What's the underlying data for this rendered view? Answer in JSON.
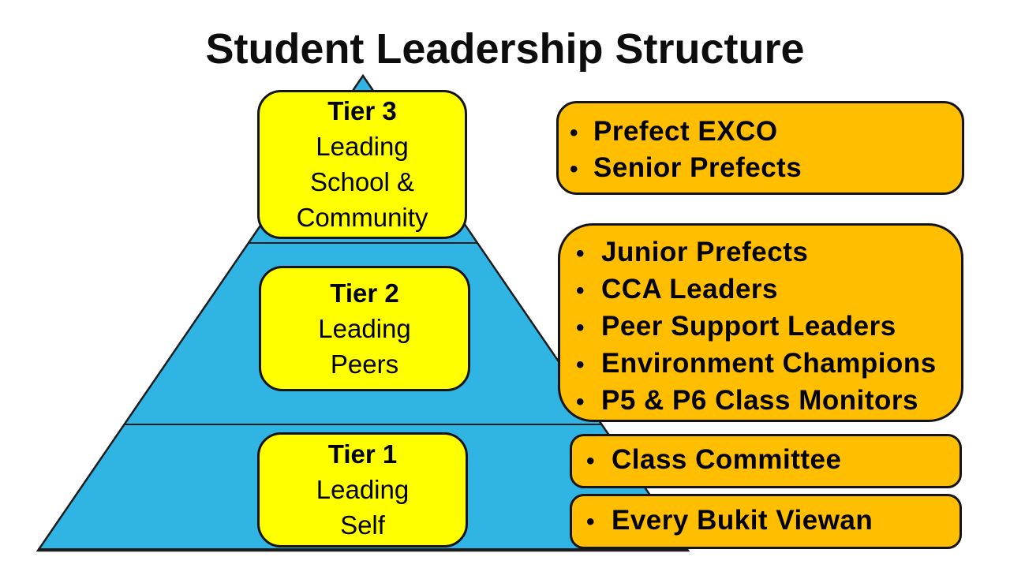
{
  "title": "Student Leadership Structure",
  "bullet_char": "•",
  "colors": {
    "pyramid_blue": "#30B4E4",
    "tier_box_yellow": "#FFFF00",
    "callout_orange": "#FFBE00",
    "outline": "#1C1C1C",
    "text": "#000000",
    "background": "#FFFFFF"
  },
  "pyramid": {
    "tiers": [
      {
        "title": "Tier 3",
        "lines": [
          "Leading",
          "School &",
          "Community"
        ]
      },
      {
        "title": "Tier 2",
        "lines": [
          "Leading",
          "Peers"
        ]
      },
      {
        "title": "Tier 1",
        "lines": [
          "Leading",
          "Self"
        ]
      }
    ]
  },
  "callouts": [
    {
      "items": [
        "Prefect EXCO",
        "Senior Prefects"
      ]
    },
    {
      "items": [
        "Junior Prefects",
        "CCA Leaders",
        "Peer Support Leaders",
        "Environment Champions",
        "P5 & P6 Class Monitors"
      ]
    },
    {
      "items": [
        "Class Committee"
      ]
    },
    {
      "items": [
        "Every Bukit Viewan"
      ]
    }
  ]
}
